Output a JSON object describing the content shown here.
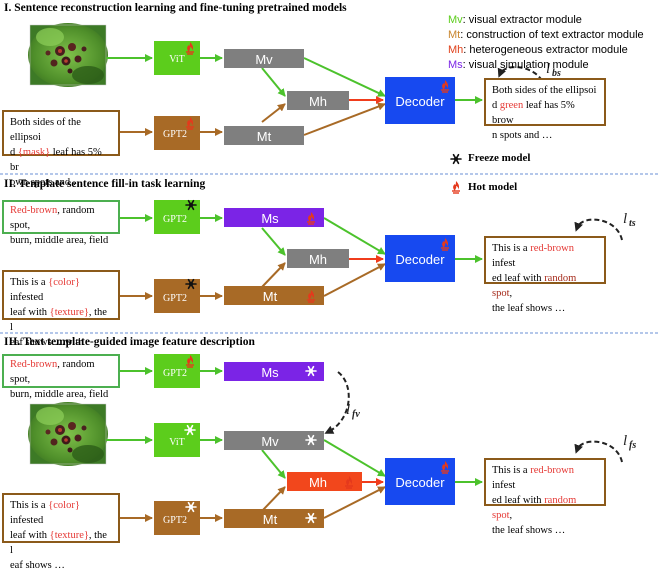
{
  "sections": [
    {
      "title": "I. Sentence reconstruction learning and fine-tuning pretrained models"
    },
    {
      "title": "II. Template sentence fill-in task learning"
    },
    {
      "title": "III. Text template-guided image feature description"
    }
  ],
  "legend": {
    "items": [
      {
        "key": "Mv",
        "text": ": visual extractor module",
        "color": "#5ccd1c"
      },
      {
        "key": "Mt",
        "text": ": construction of text extractor module",
        "color": "#c8862e"
      },
      {
        "key": "Mh",
        "text": ": heterogeneous extractor module",
        "color": "#e0401a"
      },
      {
        "key": "Ms",
        "text": ": visual simulation module",
        "color": "#7b24e6"
      }
    ],
    "freeze": "Freeze model",
    "hot": "Hot model"
  },
  "blocks": {
    "vit": "ViT",
    "gpt2": "GPT2",
    "mv": "Mv",
    "mh": "Mh",
    "mt": "Mt",
    "ms": "Ms",
    "decoder": "Decoder"
  },
  "losses": {
    "bs": "bs",
    "ts": "ts",
    "fv": "fv",
    "fs": "fs",
    "symbol": "l"
  },
  "texts": {
    "s1_input": {
      "p1": "Both sides of the ellipsoi",
      "p2": "d ",
      "mask": "{mask}",
      "p3": " leaf has 5% br",
      "p4": "own spots and …"
    },
    "s1_output": {
      "p1": "Both sides of the ellipsoi",
      "p2": "d ",
      "green": "green",
      "p3": " leaf has 5% brow",
      "p4": "n spots and …"
    },
    "keywords": {
      "red_brown": "Red-brown",
      "rest1": ", random spot,",
      "line2": "burn, middle area, field"
    },
    "s2_template": {
      "p1": "This is a ",
      "color": "{color}",
      "p2": " infested",
      "p3": "leaf with ",
      "texture": "{texture}",
      "p4": ", the l",
      "p5": "eaf shows …with"
    },
    "s2_output": {
      "p1": "This is a ",
      "red_brown": "red-brown",
      "p2": " infest",
      "p3": "ed leaf with ",
      "random_spot": "random spot",
      "p4": ",",
      "p5": "the leaf shows …"
    },
    "s3_template": {
      "p1": "This is a ",
      "color": "{color}",
      "p2": " infested",
      "p3": "leaf with ",
      "texture": "{texture}",
      "p4": ", the l",
      "p5": "eaf shows …"
    },
    "s3_output": {
      "p1": "This is a ",
      "red_brown": "red-brown",
      "p2": " infest",
      "p3": "ed leaf with ",
      "random_spot": "random spot",
      "p4": ",",
      "p5": "the leaf shows …"
    }
  },
  "colors": {
    "green_block": "#5ccd1c",
    "brown_block": "#a86a26",
    "gray_block": "#7f7f7f",
    "purple_block": "#7b24e6",
    "red_block": "#f2471c",
    "decoder": "#1749f0",
    "green_line": "#4cc22c",
    "brown_line": "#a86a26",
    "red_line": "#f03c1c",
    "divider": "#6a8fd6"
  }
}
